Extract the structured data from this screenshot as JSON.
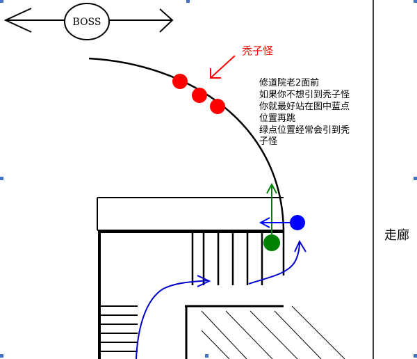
{
  "labels": {
    "boss": "BOSS",
    "bald_monster": "秃子怪",
    "corridor": "走廊"
  },
  "note_lines": [
    "修道院老2面前",
    "如果你不想引到秃子怪",
    "你就最好站在图中蓝点",
    "位置再跳",
    "绿点位置经常会引到秃",
    "子怪"
  ],
  "colors": {
    "monster": "#ff0000",
    "label_red": "#ff0000",
    "blue_point": "#0000ff",
    "green_point": "#008000",
    "path_arrow": "#0000cc",
    "ink": "#000000",
    "frame_marker": "#4472c4"
  },
  "icons": {
    "monster": "red-dot",
    "safe_spot": "blue-dot",
    "risky_spot": "green-dot"
  }
}
